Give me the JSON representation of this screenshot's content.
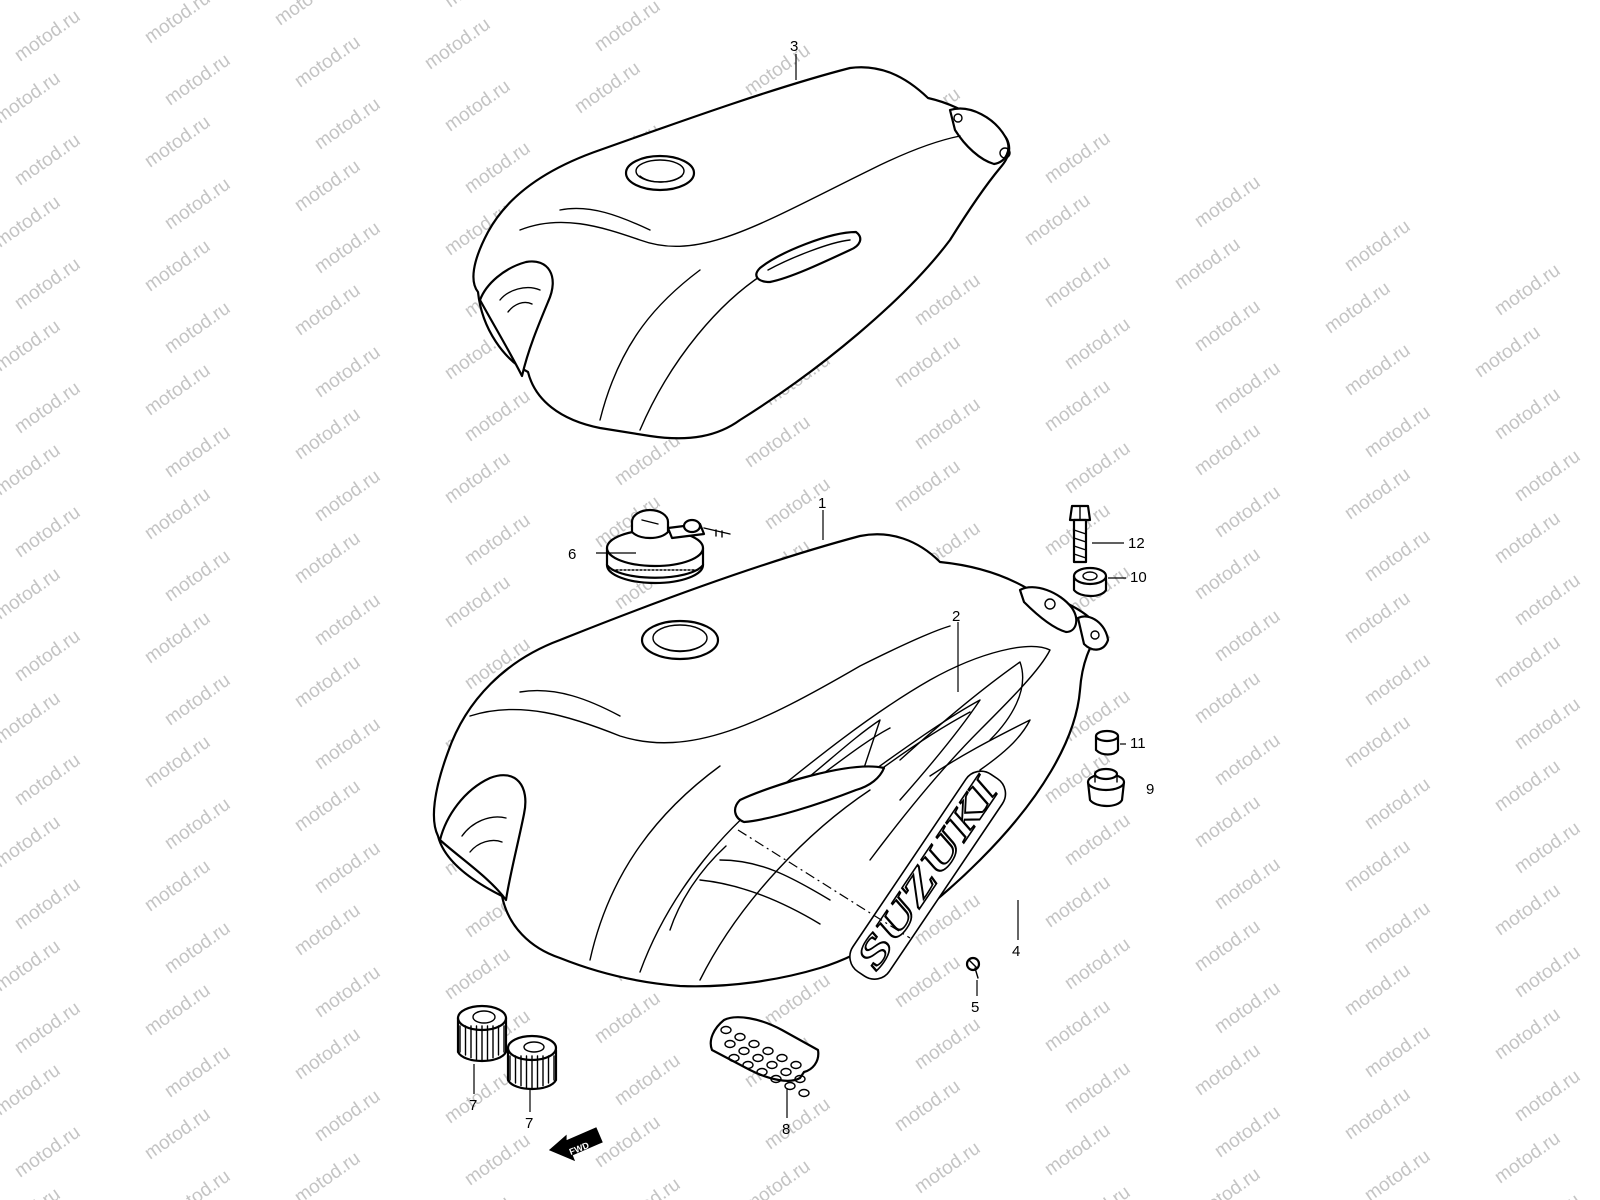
{
  "watermark": {
    "text": "motod.ru"
  },
  "callouts": {
    "fuel_tank": "1",
    "tank_stripe": "2",
    "tank_assembly": "3",
    "emblem": "4",
    "emblem_screw": "5",
    "fuel_cap": "6",
    "cushion_left": "7",
    "cushion_right": "7",
    "seat_pad": "8",
    "grommet": "9",
    "washer": "10",
    "spacer": "11",
    "bolt": "12"
  },
  "labels": {
    "emblem_text": "SUZUKI",
    "direction": "FWD"
  }
}
